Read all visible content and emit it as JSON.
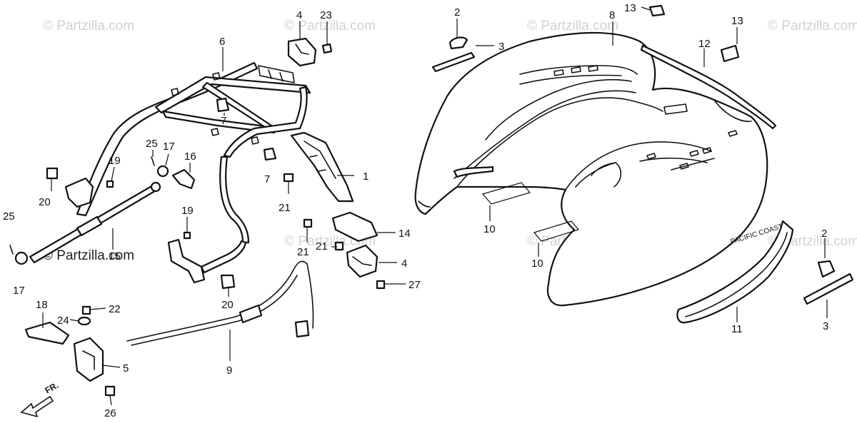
{
  "watermark": "© Partzilla.com",
  "front_label": "FR.",
  "body_lettering": "PACIFIC COAST",
  "callouts": {
    "c1": "1",
    "c2a": "2",
    "c2b": "2",
    "c3a": "3",
    "c3b": "3",
    "c4a": "4",
    "c4b": "4",
    "c5": "5",
    "c6": "6",
    "c7a": "7",
    "c7b": "7",
    "c8": "8",
    "c9": "9",
    "c10a": "10",
    "c10b": "10",
    "c11": "11",
    "c12": "12",
    "c13a": "13",
    "c13b": "13",
    "c14": "14",
    "c15": "15",
    "c16": "16",
    "c17a": "17",
    "c17b": "17",
    "c18": "18",
    "c19a": "19",
    "c19b": "19",
    "c20a": "20",
    "c20b": "20",
    "c21a": "21",
    "c21b": "21",
    "c21c": "21",
    "c22": "22",
    "c23": "23",
    "c24": "24",
    "c25a": "25",
    "c25b": "25",
    "c26": "26",
    "c27": "27"
  }
}
